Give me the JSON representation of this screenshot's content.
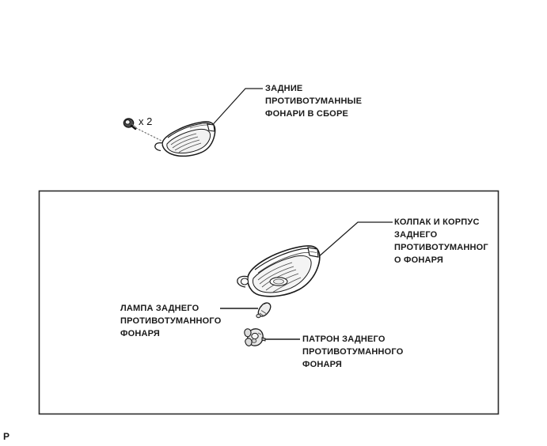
{
  "page": {
    "marker": "P",
    "background_color": "#ffffff",
    "line_color": "#1a1a1a",
    "shade_color": "#d9d9d9"
  },
  "top_section": {
    "callout": {
      "name": "rear-fog-lamp-assembly",
      "lines": [
        "ЗАДНИЕ",
        "ПРОТИВОТУМАННЫЕ",
        "ФОНАРИ В СБОРЕ"
      ],
      "text": "ЗАДНИЕ\nПРОТИВОТУМАННЫЕ\nФОНАРИ В СБОРЕ"
    },
    "fastener": {
      "name": "screw",
      "quantity_label": "x 2"
    }
  },
  "detail_box": {
    "callouts": [
      {
        "name": "lamp-cover-and-body",
        "lines": [
          "КОЛПАК И КОРПУС",
          "ЗАДНЕГО",
          "ПРОТИВОТУМАННОГ",
          "О ФОНАРЯ"
        ],
        "text": "КОЛПАК И КОРПУС\nЗАДНЕГО\nПРОТИВОТУМАННОГ\nО ФОНАРЯ"
      },
      {
        "name": "rear-fog-bulb",
        "lines": [
          "ЛАМПА ЗАДНЕГО",
          "ПРОТИВОТУМАННОГО",
          "ФОНАРЯ"
        ],
        "text": "ЛАМПА ЗАДНЕГО\nПРОТИВОТУМАННОГО\nФОНАРЯ"
      },
      {
        "name": "rear-fog-socket",
        "lines": [
          "ПАТРОН ЗАДНЕГО",
          "ПРОТИВОТУМАННОГО",
          "ФОНАРЯ"
        ],
        "text": "ПАТРОН ЗАДНЕГО\nПРОТИВОТУМАННОГО\nФОНАРЯ"
      }
    ]
  }
}
